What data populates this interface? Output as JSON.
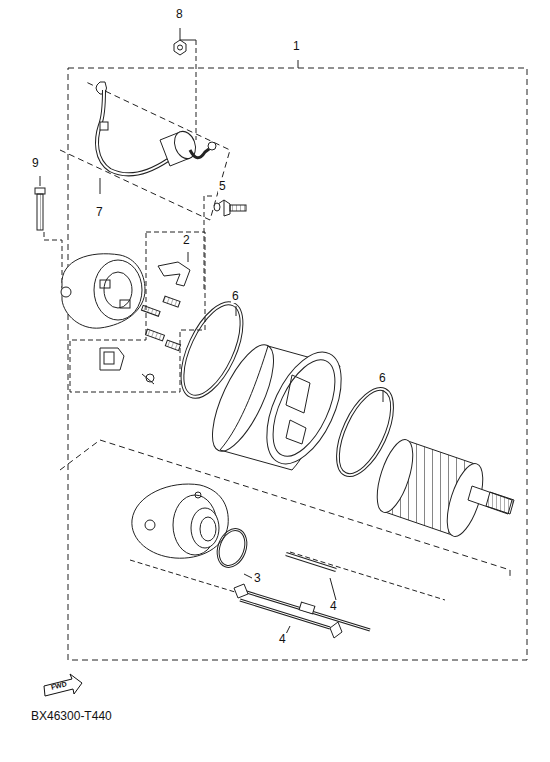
{
  "diagram": {
    "labels": [
      "1",
      "8",
      "9",
      "5",
      "2",
      "7",
      "6",
      "6",
      "3",
      "4",
      "4",
      "FWD",
      "BX46300-T440"
    ]
  }
}
